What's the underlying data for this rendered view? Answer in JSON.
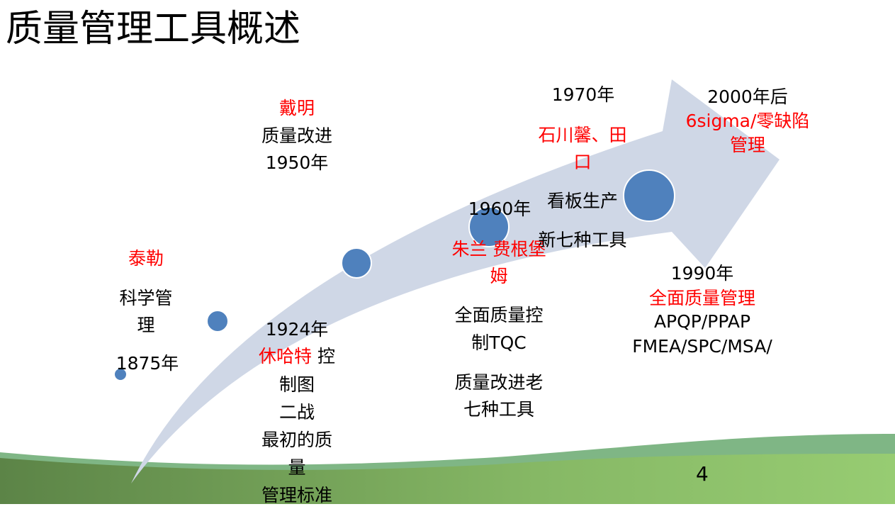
{
  "title": "质量管理工具概述",
  "page_number": "4",
  "colors": {
    "arrow": "#cfd7e6",
    "dot": "#4f81bd",
    "highlight": "#ff0000",
    "hill_dark": "#5f8a4a",
    "hill_light": "#92c86e"
  },
  "milestones": {
    "taylor": {
      "name": "泰勒",
      "topic_1": "科学管",
      "topic_2": "理",
      "year": "1875年"
    },
    "shewhart": {
      "year": "1924年",
      "name": "休哈特",
      "lines": [
        "控",
        "制图",
        "二战",
        "最初的质",
        "量",
        "管理标准"
      ]
    },
    "deming": {
      "name": "戴明",
      "topic": "质量改进",
      "year": "1950年"
    },
    "juran": {
      "year": "1960年",
      "name_1": "朱兰 费根堡",
      "name_2": "姆",
      "topic_1": "全面质量控",
      "topic_2": "制TQC",
      "topic_3": "质量改进老",
      "topic_4": "七种工具"
    },
    "ishikawa": {
      "year": "1970年",
      "name_1": "石川馨、田",
      "name_2": "口",
      "topic_1": "看板生产",
      "topic_2": "新七种工具"
    },
    "tqm": {
      "year": "1990年",
      "name": "全面质量管理",
      "tools_1": "APQP/PPAP",
      "tools_2": "FMEA/SPC/MSA/"
    },
    "six_sigma": {
      "year": "2000年后",
      "name_1": "6sigma/零缺陷",
      "name_2": "管理"
    }
  }
}
